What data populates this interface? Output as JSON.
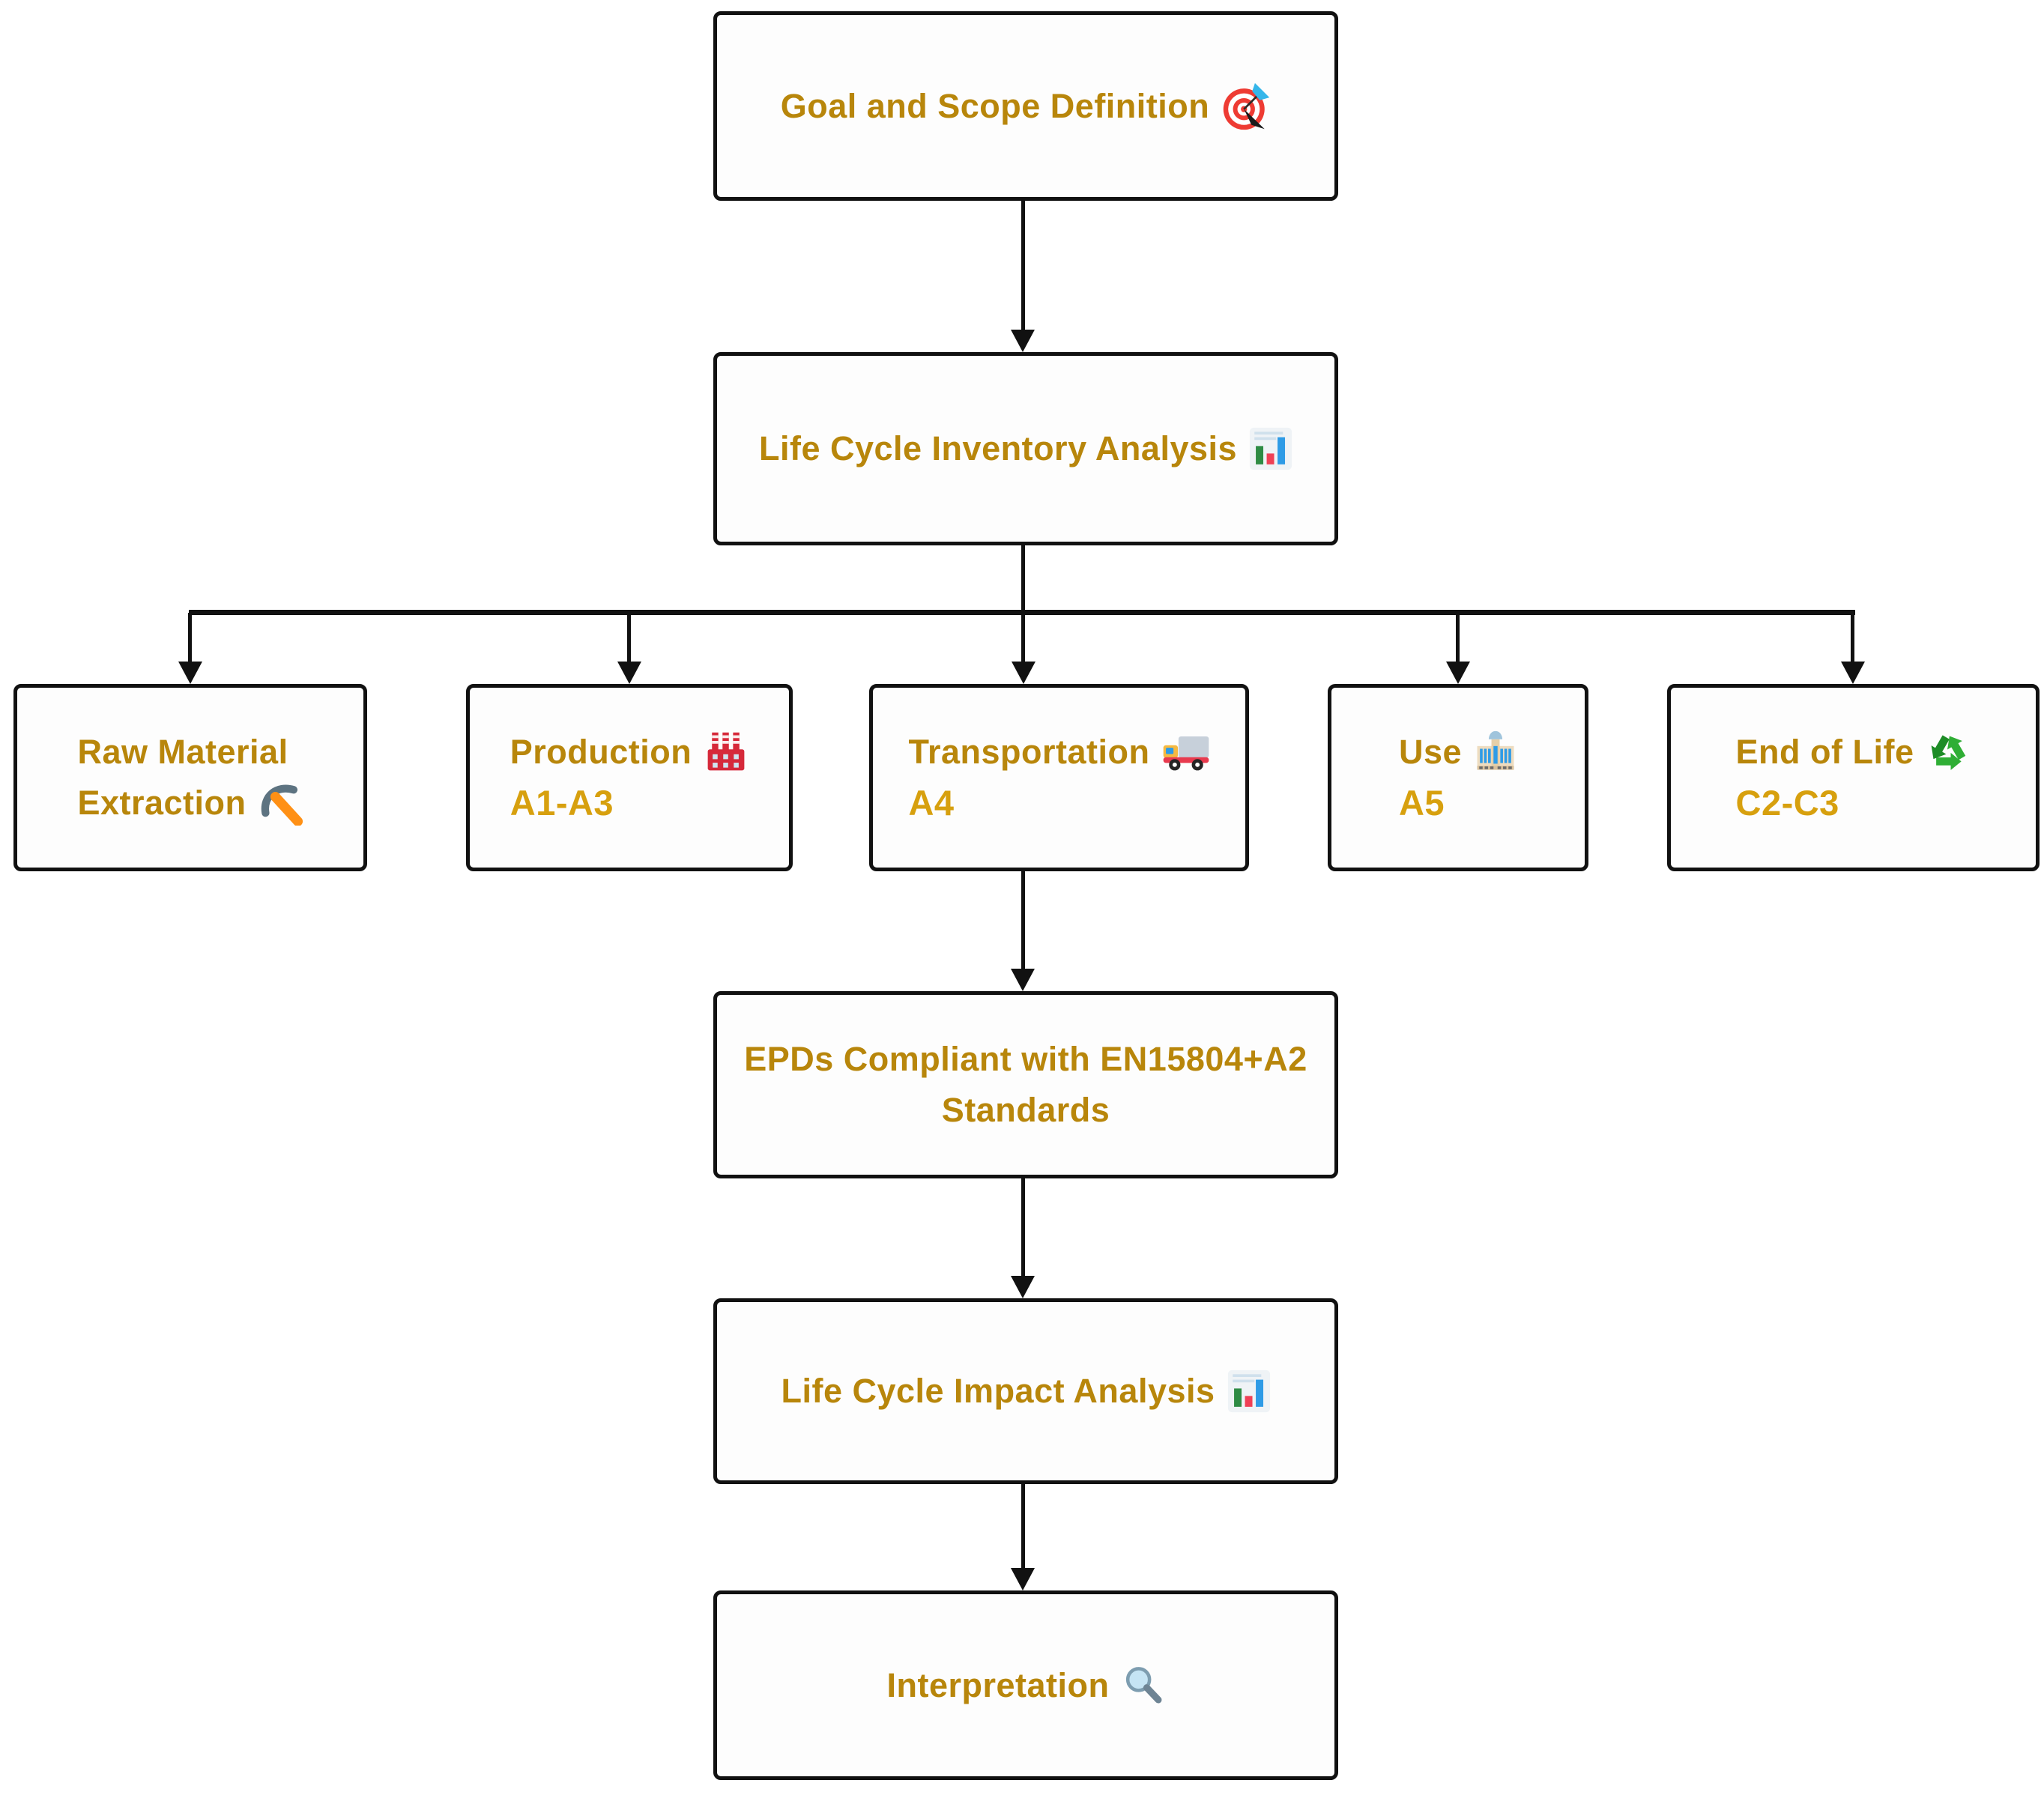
{
  "diagram": {
    "type": "flowchart",
    "direction": "top-down",
    "nodes": {
      "goal": {
        "label": "Goal and Scope Definition",
        "icon": "target-icon"
      },
      "lci": {
        "label": "Life Cycle Inventory Analysis",
        "icon": "bar-chart-icon"
      },
      "raw_material": {
        "label_line1": "Raw Material",
        "label_line2": "Extraction",
        "icon": "pick-icon"
      },
      "production": {
        "label": "Production",
        "code": "A1-A3",
        "icon": "factory-icon"
      },
      "transportation": {
        "label": "Transportation",
        "code": "A4",
        "icon": "truck-icon"
      },
      "use": {
        "label": "Use",
        "code": "A5",
        "icon": "bank-building-icon"
      },
      "end_of_life": {
        "label": "End of Life",
        "code": "C2-C3",
        "icon": "recycle-icon"
      },
      "epd": {
        "label_line1": "EPDs Compliant with EN15804+A2",
        "label_line2": "Standards"
      },
      "lcia": {
        "label": "Life Cycle Impact Analysis",
        "icon": "bar-chart-icon"
      },
      "interpretation": {
        "label": "Interpretation",
        "icon": "magnifier-icon"
      }
    },
    "edges": [
      {
        "from": "goal",
        "to": "lci"
      },
      {
        "from": "lci",
        "to": "raw_material"
      },
      {
        "from": "lci",
        "to": "production"
      },
      {
        "from": "lci",
        "to": "transportation"
      },
      {
        "from": "lci",
        "to": "use"
      },
      {
        "from": "lci",
        "to": "end_of_life"
      },
      {
        "from": "transportation",
        "to": "epd"
      },
      {
        "from": "epd",
        "to": "lcia"
      },
      {
        "from": "lcia",
        "to": "interpretation"
      }
    ],
    "colors": {
      "node_label": "#B8860B",
      "node_code": "#D7A00E",
      "node_border": "#111111",
      "node_background": "#FDFDFD",
      "connector": "#111111",
      "page_background": "#FFFFFF"
    }
  }
}
